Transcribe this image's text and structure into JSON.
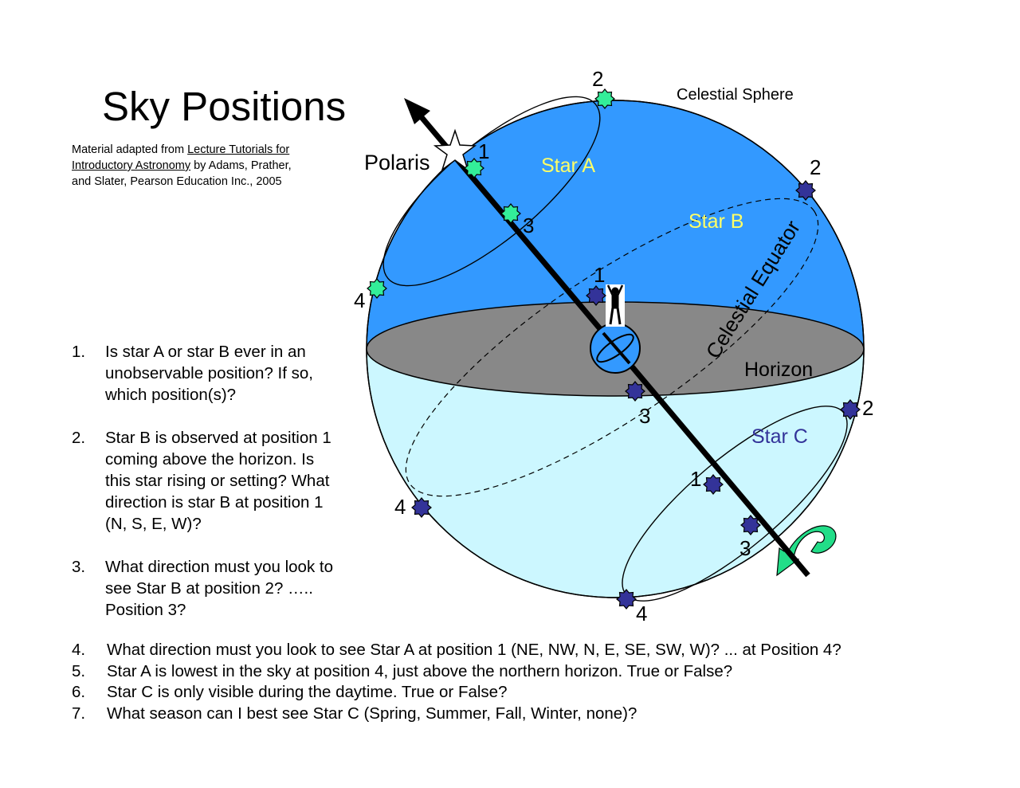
{
  "title": "Sky Positions",
  "credit": {
    "prefix": "Material adapted from ",
    "book_line1": "Lecture Tutorials for",
    "book_line2": "Introductory Astronomy",
    "suffix_line2": " by Adams, Prather,",
    "line3": "and Slater, Pearson Education Inc., 2005"
  },
  "questions_left": [
    {
      "number": "1.",
      "lines": [
        "Is star A or star B ever in an",
        "unobservable position? If so,",
        "which position(s)?"
      ]
    },
    {
      "number": "2.",
      "lines": [
        "Star B is observed at position 1",
        "coming above the horizon. Is",
        "this star rising or setting? What",
        "direction is star B at position 1",
        "(N, S, E, W)?"
      ]
    },
    {
      "number": "3.",
      "lines": [
        "What direction must you look to",
        "see Star B at position 2? …..",
        "Position 3?"
      ]
    }
  ],
  "questions_bottom": [
    {
      "number": "4.",
      "text": "What direction must you look to see Star A at position 1 (NE, NW, N, E, SE, SW, W)?  ... at Position 4?"
    },
    {
      "number": "5.",
      "text": "Star A is lowest in the sky at position 4, just above the northern horizon.   True or False?"
    },
    {
      "number": "6.",
      "text": "Star C is only visible during the daytime. True or False?"
    },
    {
      "number": "7.",
      "text": "What season can I best see Star C (Spring, Summer, Fall, Winter, none)?"
    }
  ],
  "diagram": {
    "celestial_sphere_label": "Celestial Sphere",
    "polaris_label": "Polaris",
    "horizon_label": "Horizon",
    "equator_label": "Celestial Equator",
    "star_a_label": "Star A",
    "star_b_label": "Star B",
    "star_c_label": "Star C",
    "position_labels": {
      "a1": "1",
      "a2": "2",
      "a3": "3",
      "a4": "4",
      "b1": "1",
      "b2": "2",
      "b3": "3",
      "b4": "4",
      "c1": "1",
      "c2": "2",
      "c3": "3",
      "c4": "4"
    },
    "colors": {
      "sky_above": "#3399ff",
      "sky_below": "#ccf7ff",
      "horizon_plane": "#888888",
      "star_a": "#33ee99",
      "star_bc": "#333399",
      "star_label_yellow": "#ffff66",
      "star_c_label": "#333399",
      "rotation_arrow": "#22dd88"
    }
  }
}
